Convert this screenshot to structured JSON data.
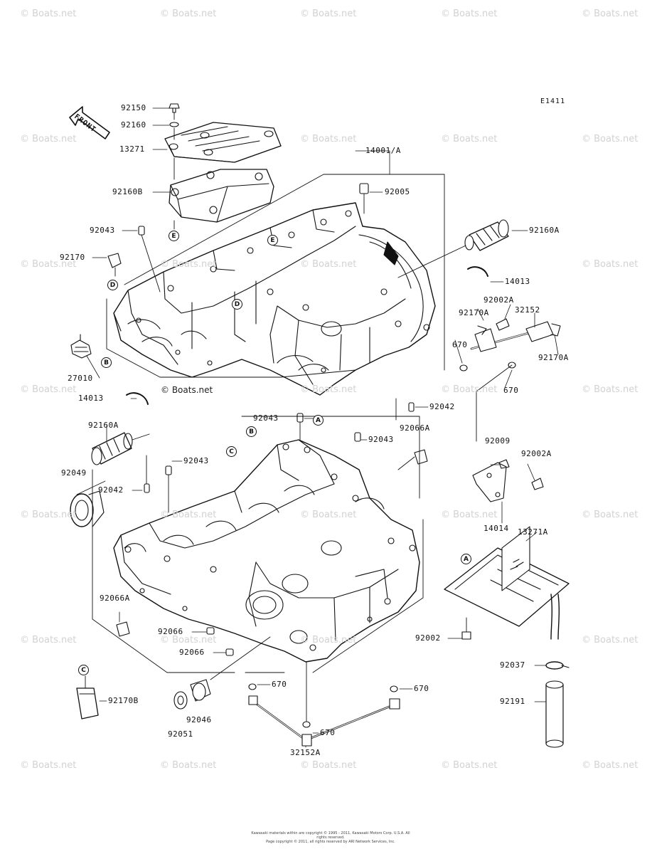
{
  "diagram_code": "E1411",
  "front_label": "FRONT",
  "watermark": "© Boats.net",
  "copyright_line1": "Kawasaki materials within are copyright © 1995 - 2011, Kawasaki Motors Corp. U.S.A. All rights reserved.",
  "copyright_line2": "Page copyright © 2011, all rights reserved by ARI Network Services, Inc.",
  "part_labels": [
    "92150",
    "92160",
    "13271",
    "92160B",
    "92043",
    "92170",
    "27010",
    "14013",
    "92160A",
    "92049",
    "92042",
    "14001/A",
    "92005",
    "92160A",
    "14013",
    "92002A",
    "92170A",
    "32152",
    "670",
    "92170A",
    "670",
    "92042",
    "92043",
    "92066A",
    "92043",
    "92043",
    "92009",
    "92002A",
    "14014",
    "13271A",
    "92066A",
    "92066",
    "92066",
    "92002",
    "92037",
    "92191",
    "92170B",
    "92051",
    "92046",
    "670",
    "670",
    "670",
    "32152A"
  ],
  "callout_letters": [
    "E",
    "E",
    "D",
    "D",
    "B",
    "A",
    "B",
    "C",
    "C",
    "A"
  ]
}
